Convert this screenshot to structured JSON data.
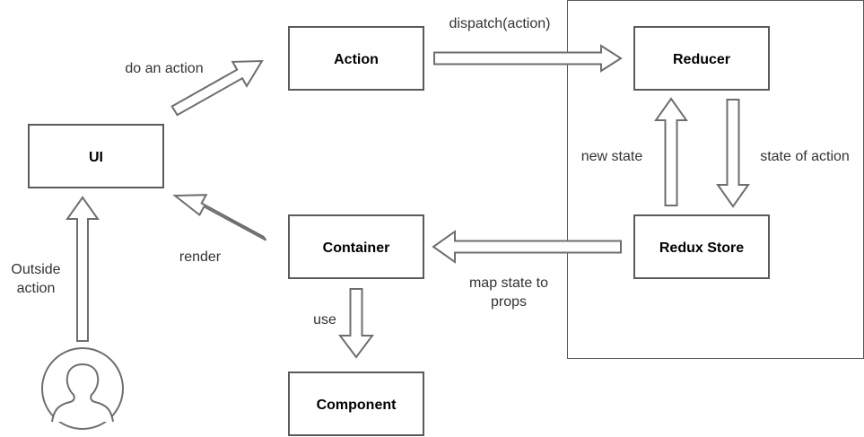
{
  "nodes": {
    "ui": "UI",
    "action": "Action",
    "reducer": "Reducer",
    "container": "Container",
    "redux_store": "Redux Store",
    "component": "Component"
  },
  "edges": {
    "do_an_action": "do an action",
    "dispatch": "dispatch(action)",
    "new_state": "new state",
    "state_of_action": "state of action",
    "render": "render",
    "map_state_line1": "map state to",
    "map_state_line2": "props",
    "use": "use",
    "outside_line1": "Outside",
    "outside_line2": "action"
  },
  "icons": {
    "actor": "user-icon"
  }
}
